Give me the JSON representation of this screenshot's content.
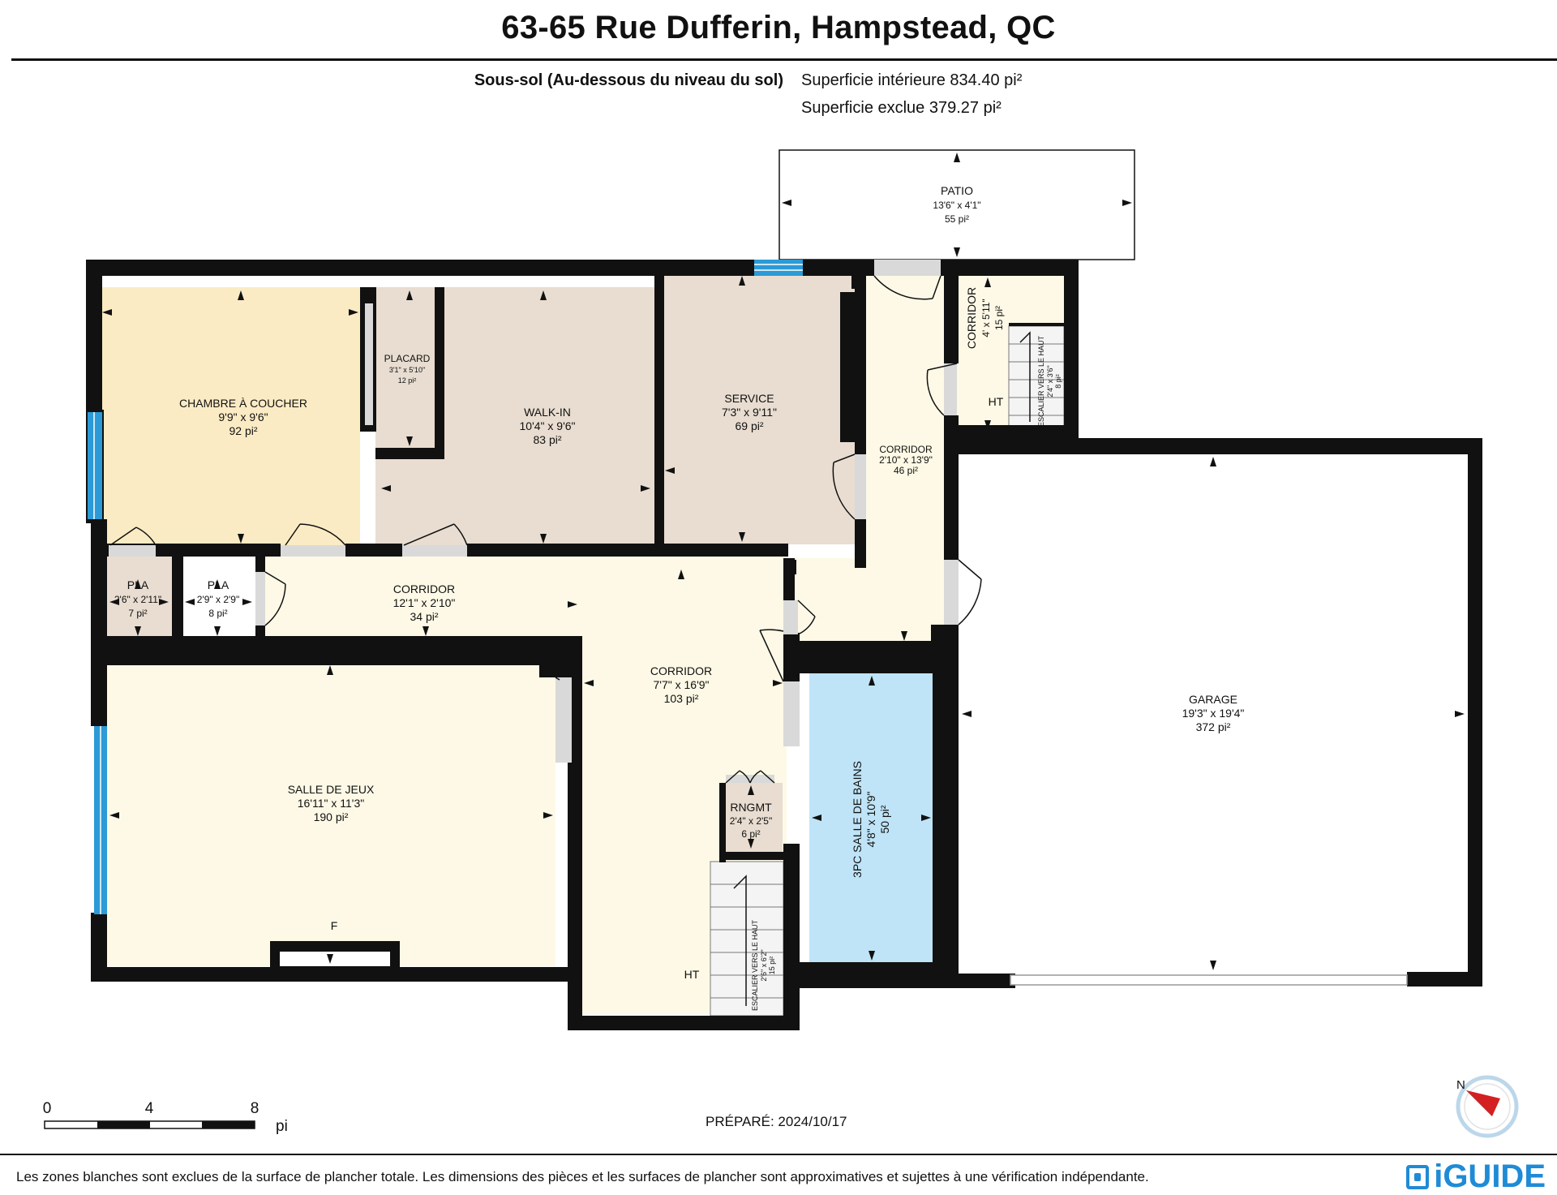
{
  "header": {
    "title": "63-65 Rue Dufferin, Hampstead, QC",
    "level": "Sous-sol (Au-dessous du niveau du sol)",
    "interior_area": "Superficie intérieure 834.40 pi²",
    "excluded_area": "Superficie exclue 379.27 pi²"
  },
  "rooms": {
    "patio": {
      "name": "PATIO",
      "dims": "13'6\" x 4'1\"",
      "area": "55 pi²"
    },
    "chambre": {
      "name": "CHAMBRE À COUCHER",
      "dims": "9'9\" x 9'6\"",
      "area": "92 pi²"
    },
    "placard": {
      "name": "PLACARD",
      "dims": "3'1\" x 5'10\"",
      "area": "12 pi²"
    },
    "walkin": {
      "name": "WALK-IN",
      "dims": "10'4\" x 9'6\"",
      "area": "83 pi²"
    },
    "service": {
      "name": "SERVICE",
      "dims": "7'3\" x 9'11\"",
      "area": "69 pi²"
    },
    "corridor_east": {
      "name": "CORRIDOR",
      "dims": "2'10\" x 13'9\"",
      "area": "46 pi²"
    },
    "corridor_ne": {
      "name": "CORRIDOR",
      "dims": "4' x 5'11\"",
      "area": "15 pi²"
    },
    "pla1": {
      "name": "PLA",
      "dims": "2'6\" x 2'11\"",
      "area": "7 pi²"
    },
    "pla2": {
      "name": "PLA",
      "dims": "2'9\" x 2'9\"",
      "area": "8 pi²"
    },
    "corridor_mid": {
      "name": "CORRIDOR",
      "dims": "12'1\" x 2'10\"",
      "area": "34 pi²"
    },
    "corridor_main": {
      "name": "CORRIDOR",
      "dims": "7'7\" x 16'9\"",
      "area": "103 pi²"
    },
    "salle_jeux": {
      "name": "SALLE DE JEUX",
      "dims": "16'11\" x 11'3\"",
      "area": "190 pi²"
    },
    "rngmt": {
      "name": "RNGMT",
      "dims": "2'4\" x 2'5\"",
      "area": "6 pi²"
    },
    "salle_bains": {
      "name": "3PC SALLE DE BAINS",
      "dims": "4'8\" x 10'9\"",
      "area": "50 pi²"
    },
    "garage": {
      "name": "GARAGE",
      "dims": "19'3\" x 19'4\"",
      "area": "372 pi²"
    }
  },
  "markers": {
    "ht": "HT",
    "fireplace": "F",
    "stairs_down": "ESCALIER VERS LE HAUT",
    "stairs_down_size": "2'6\" x 6'2\"",
    "stairs_down_area": "15 pi²",
    "stairs_up": "ESCALIER VERS LE HAUT",
    "stairs_up_size": "2'4\" x 3'6\"",
    "stairs_up_area": "8 pi²"
  },
  "scale": {
    "ticks": [
      "0",
      "4",
      "8"
    ],
    "unit": "pi"
  },
  "compass": {
    "north_label": "N"
  },
  "footer": {
    "prepared": "PRÉPARÉ: 2024/10/17",
    "disclaimer": "Les zones blanches sont exclues de la surface de plancher totale. Les dimensions des pièces et les surfaces de plancher sont approximatives et sujettes à une vérification indépendante.",
    "brand": "iGUIDE"
  },
  "colors": {
    "wall": "#111111",
    "bedroom": "#fbebc4",
    "closet": "#e8ddd0",
    "corridor": "#fdf9e6",
    "bathroom": "#bfe4f7",
    "window": "#2b9ad6",
    "door_opening": "#d9d9d9",
    "brand": "#1f8bd6"
  }
}
